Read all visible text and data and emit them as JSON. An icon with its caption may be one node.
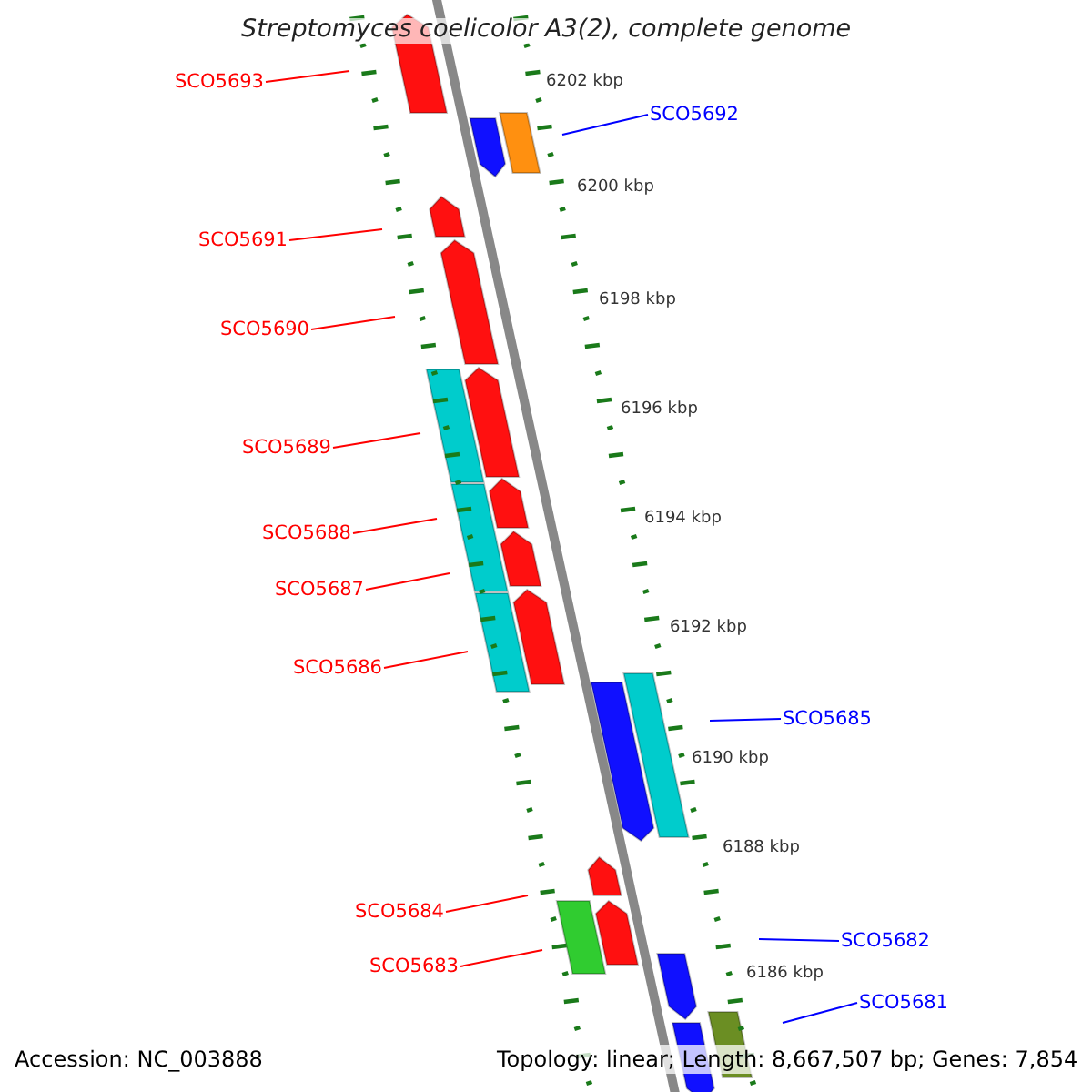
{
  "diagram": {
    "title": "Streptomyces coelicolor A3(2), complete genome",
    "nodes": [
      {
        "text": [
          "SCO5693"
        ]
      },
      {
        "text": [
          "SCO5692"
        ]
      },
      {
        "text": [
          "SCO5691"
        ]
      },
      {
        "text": [
          "SCO5690"
        ]
      },
      {
        "text": [
          "SCO5689"
        ]
      },
      {
        "text": [
          "SCO5688"
        ]
      },
      {
        "text": [
          "SCO5687"
        ]
      },
      {
        "text": [
          "SCO5686"
        ]
      },
      {
        "text": [
          "SCO5685"
        ]
      },
      {
        "text": [
          "SCO5684"
        ]
      },
      {
        "text": [
          "SCO5683"
        ]
      },
      {
        "text": [
          "SCO5682"
        ]
      },
      {
        "text": [
          "SCO5681"
        ]
      }
    ],
    "edges": [
      {
        "from": 0,
        "to": null,
        "arrow": "none"
      },
      {
        "from": 1,
        "to": null,
        "arrow": "none",
        "color": "#0000ff"
      },
      {
        "from": 2,
        "to": null,
        "arrow": "none"
      },
      {
        "from": 3,
        "to": null,
        "arrow": "none"
      },
      {
        "from": 4,
        "to": null,
        "arrow": "none"
      },
      {
        "from": 5,
        "to": null,
        "arrow": "none"
      },
      {
        "from": 6,
        "to": null,
        "arrow": "none"
      },
      {
        "from": 7,
        "to": null,
        "arrow": "none"
      },
      {
        "from": 8,
        "to": null,
        "arrow": "none",
        "color": "#0000ff"
      },
      {
        "from": 9,
        "to": null,
        "arrow": "none"
      },
      {
        "from": 10,
        "to": null,
        "arrow": "none"
      },
      {
        "from": 11,
        "to": null,
        "arrow": "none",
        "color": "#0000ff"
      },
      {
        "from": 12,
        "to": null,
        "arrow": "none",
        "color": "#0000ff"
      }
    ],
    "labels": [
      "6202 kbp",
      "6200 kbp",
      "6198 kbp",
      "6196 kbp",
      "6194 kbp",
      "6192 kbp",
      "6190 kbp",
      "6188 kbp",
      "6186 kbp",
      "Accession: NC_003888",
      "Topology: linear; Length: 8,667,507 bp; Genes: 7,854"
    ]
  }
}
